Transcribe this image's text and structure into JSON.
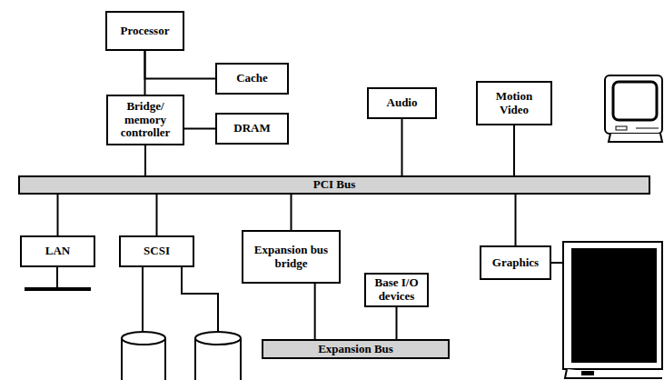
{
  "diagram": {
    "nodes": [
      {
        "text": [
          "Processor"
        ]
      },
      {
        "text": [
          "Cache"
        ]
      },
      {
        "text": [
          "Bridge/ memory controller"
        ]
      },
      {
        "text": [
          "DRAM"
        ]
      },
      {
        "text": [
          "Audio"
        ]
      },
      {
        "text": [
          "Motion Video"
        ]
      },
      {
        "text": [
          "PCI Bus"
        ]
      },
      {
        "text": [
          "LAN"
        ]
      },
      {
        "text": [
          "SCSI"
        ]
      },
      {
        "text": [
          "Expansion bus bridge"
        ]
      },
      {
        "text": [
          "Base I/O devices"
        ]
      },
      {
        "text": [
          "Expansion Bus"
        ]
      },
      {
        "text": [
          "Graphics"
        ]
      }
    ],
    "edges": [
      {
        "from": 0,
        "to": 2,
        "arrow": "none"
      },
      {
        "from": 0,
        "to": 1,
        "arrow": "none"
      },
      {
        "from": 2,
        "to": 3,
        "arrow": "none"
      },
      {
        "from": 2,
        "to": 6,
        "arrow": "none"
      },
      {
        "from": 4,
        "to": 6,
        "arrow": "none"
      },
      {
        "from": 5,
        "to": 6,
        "arrow": "none"
      },
      {
        "from": 7,
        "to": 6,
        "arrow": "none"
      },
      {
        "from": 8,
        "to": 6,
        "arrow": "none"
      },
      {
        "from": 9,
        "to": 6,
        "arrow": "none"
      },
      {
        "from": 12,
        "to": 6,
        "arrow": "none"
      },
      {
        "from": 9,
        "to": 11,
        "arrow": "none"
      },
      {
        "from": 10,
        "to": 11,
        "arrow": "none"
      }
    ]
  }
}
